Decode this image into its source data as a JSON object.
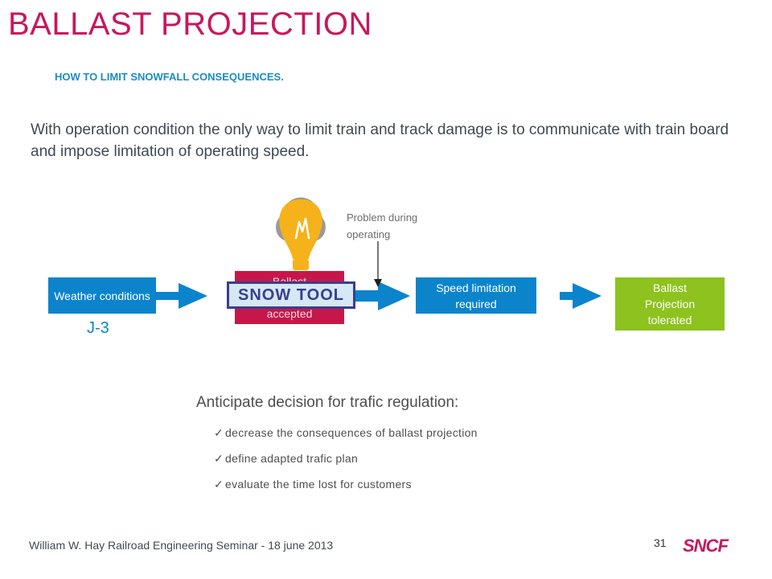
{
  "slide": {
    "title": "BALLAST PROJECTION",
    "subtitle": "HOW TO LIMIT SNOWFALL  CONSEQUENCES.",
    "intro": "With operation condition the only way to limit train and track damage is to communicate with  train board and impose limitation of operating speed."
  },
  "diagram": {
    "weather": "Weather conditions",
    "accepted": "Ballast Projection accepted",
    "snow_tool": "SNOW TOOL",
    "speed": "Speed limitation required",
    "tolerated": "Ballast Projection tolerated",
    "timing": "J-3",
    "problem_note": "Problem during operating",
    "icon": "lightbulb-icon",
    "colors": {
      "blue": "#0b84cc",
      "red": "#c6174b",
      "green": "#8dc21f",
      "bulb": "#f6b21b",
      "title": "#c8175e"
    }
  },
  "anticipate": {
    "heading": "Anticipate decision for trafic regulation:",
    "items": [
      "decrease the consequences of ballast projection",
      "define adapted trafic plan",
      "evaluate the time lost for customers"
    ]
  },
  "footer": {
    "text": "William W. Hay Railroad Engineering Seminar - 18 june 2013",
    "page": "31",
    "logo": "SNCF"
  }
}
